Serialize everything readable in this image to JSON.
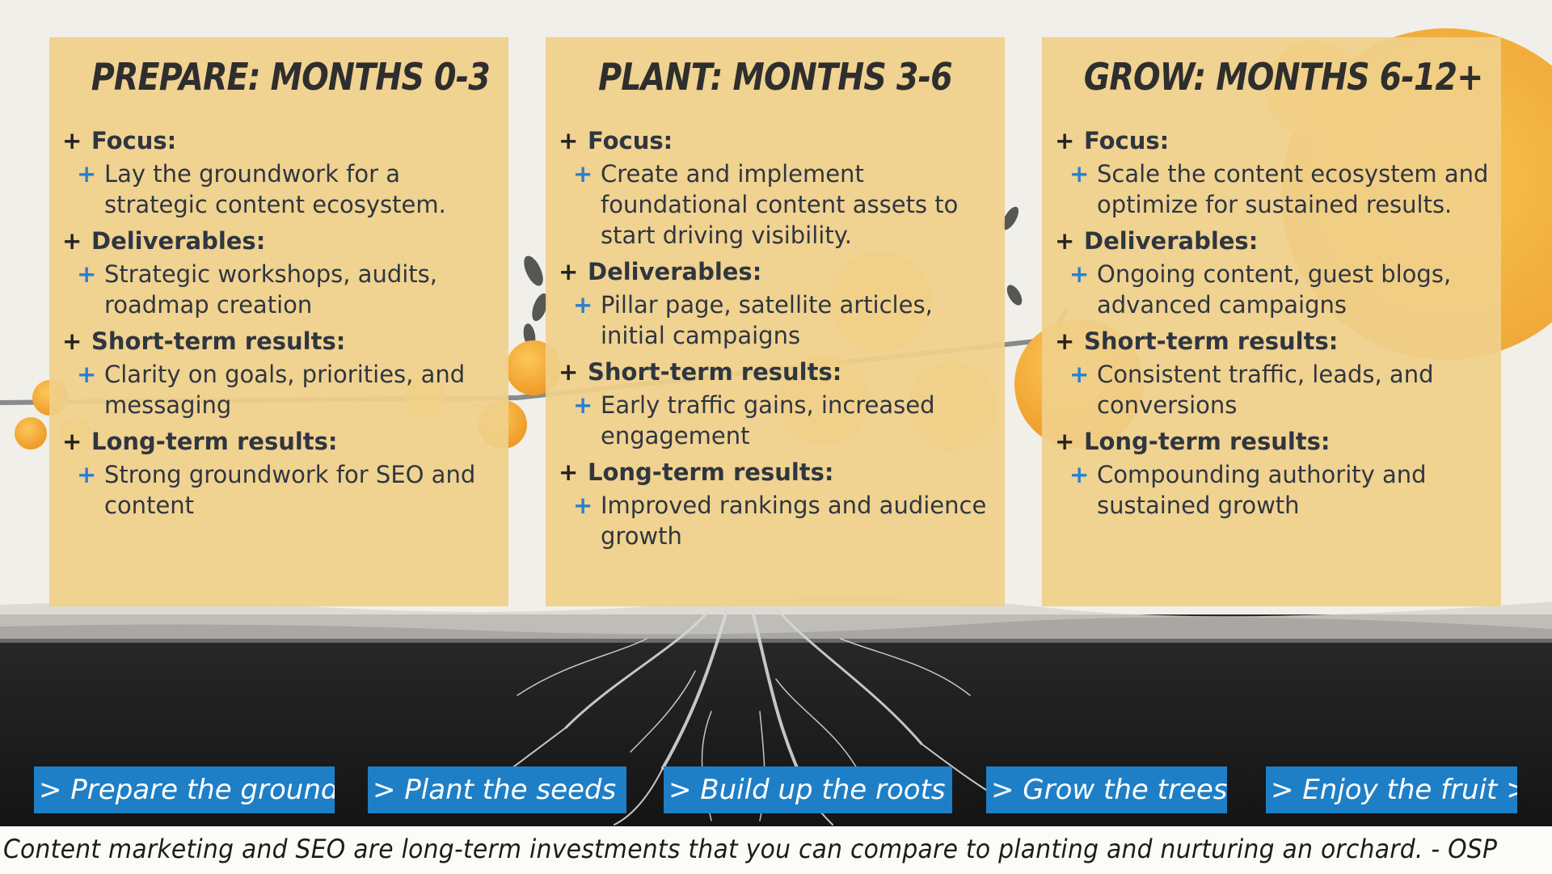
{
  "colors": {
    "panel": "#f0d08a",
    "accent_blue": "#1f7fc6",
    "plus_blue": "#2a7fd0",
    "orange_fruit": "#f2a532",
    "soil": "#1b1b1b"
  },
  "panels": [
    {
      "title": "PREPARE: MONTHS 0-3",
      "sections": [
        {
          "heading": "Focus:",
          "body": "Lay the groundwork for a strategic content ecosystem."
        },
        {
          "heading": "Deliverables:",
          "body": "Strategic workshops, audits, roadmap creation"
        },
        {
          "heading": "Short-term results:",
          "body": "Clarity on goals, priorities, and messaging"
        },
        {
          "heading": "Long-term results:",
          "body": "Strong groundwork for SEO and content"
        }
      ]
    },
    {
      "title": "PLANT: MONTHS 3-6",
      "sections": [
        {
          "heading": "Focus:",
          "body": "Create and implement foundational content assets to start driving visibility."
        },
        {
          "heading": "Deliverables:",
          "body": "Pillar page, satellite articles, initial campaigns"
        },
        {
          "heading": "Short-term results:",
          "body": "Early traffic gains, increased engagement"
        },
        {
          "heading": "Long-term results:",
          "body": "Improved rankings and audience growth"
        }
      ]
    },
    {
      "title": "GROW: MONTHS 6-12+",
      "sections": [
        {
          "heading": "Focus:",
          "body": "Scale the content ecosystem and optimize for sustained results."
        },
        {
          "heading": "Deliverables:",
          "body": "Ongoing content, guest blogs, advanced campaigns"
        },
        {
          "heading": "Short-term results:",
          "body": "Consistent traffic, leads, and conversions"
        },
        {
          "heading": "Long-term results:",
          "body": "Compounding authority and sustained growth"
        }
      ]
    }
  ],
  "plus_glyph": "+",
  "steps": [
    "> Prepare the ground>",
    "> Plant the seeds >",
    "> Build up the roots >",
    "> Grow the trees>",
    "> Enjoy the fruit >"
  ],
  "quote": "Content marketing and SEO are long-term investments that you can compare to planting and nurturing an orchard. - OSP"
}
